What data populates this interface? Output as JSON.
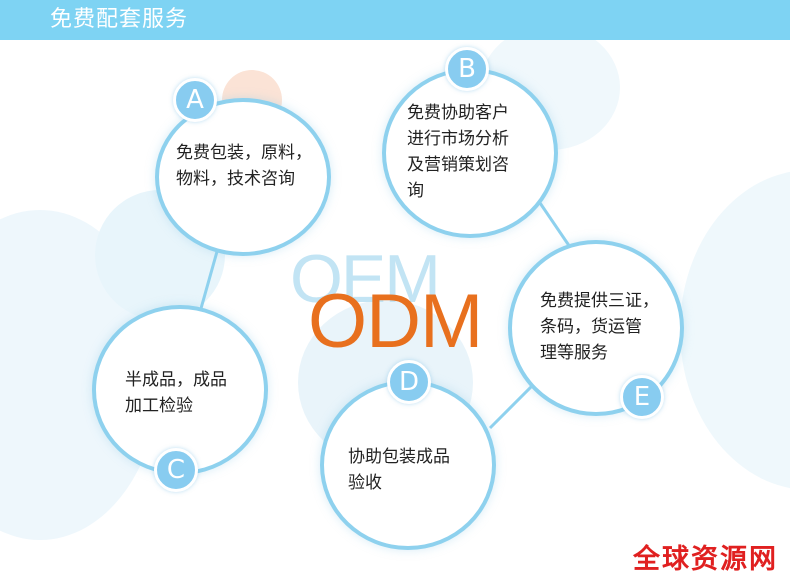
{
  "header": {
    "title": "免费配套服务"
  },
  "logo": {
    "oem": "OEM",
    "odm": "ODM"
  },
  "services": [
    {
      "letter": "A",
      "text": "免费包装，原料，\n物料，技术咨询"
    },
    {
      "letter": "B",
      "text": "免费协助客户\n进行市场分析\n及营销策划咨\n询"
    },
    {
      "letter": "C",
      "text": "半成品，成品\n加工检验"
    },
    {
      "letter": "D",
      "text": "协助包装成品\n验收"
    },
    {
      "letter": "E",
      "text": "免费提供三证，\n条码，货运管\n理等服务"
    }
  ],
  "watermark": "全球资源网",
  "colors": {
    "banner": "#7ed3f3",
    "circle_border": "#8ed1ee",
    "badge": "#88ccf0",
    "odm": "#e8701e",
    "oem": "#c2e4f4",
    "watermark": "#e02020"
  }
}
